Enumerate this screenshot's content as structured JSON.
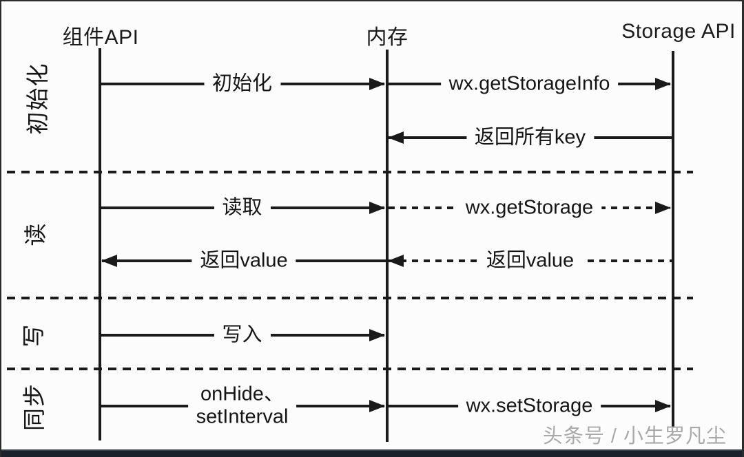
{
  "diagram": {
    "type": "sequence-diagram",
    "actors": [
      {
        "id": "component-api",
        "label": "组件API"
      },
      {
        "id": "memory",
        "label": "内存"
      },
      {
        "id": "storage-api",
        "label": "Storage API"
      }
    ],
    "phases": [
      {
        "id": "init",
        "label": "初始化"
      },
      {
        "id": "read",
        "label": "读"
      },
      {
        "id": "write",
        "label": "写"
      },
      {
        "id": "sync",
        "label": "同步"
      }
    ],
    "messages": [
      {
        "label": "初始化",
        "from": "组件API",
        "to": "内存",
        "line": "solid",
        "phase": "初始化"
      },
      {
        "label": "wx.getStorageInfo",
        "from": "内存",
        "to": "Storage API",
        "line": "solid",
        "phase": "初始化"
      },
      {
        "label": "返回所有key",
        "from": "Storage API",
        "to": "内存",
        "line": "solid",
        "phase": "初始化"
      },
      {
        "label": "读取",
        "from": "组件API",
        "to": "内存",
        "line": "solid",
        "phase": "读"
      },
      {
        "label": "wx.getStorage",
        "from": "内存",
        "to": "Storage API",
        "line": "dashed",
        "phase": "读"
      },
      {
        "label": "返回value",
        "from": "Storage API",
        "to": "内存",
        "line": "dashed",
        "phase": "读"
      },
      {
        "label": "返回value",
        "from": "内存",
        "to": "组件API",
        "line": "solid",
        "phase": "读"
      },
      {
        "label": "写入",
        "from": "组件API",
        "to": "内存",
        "line": "solid",
        "phase": "写"
      },
      {
        "label_lines": [
          "onHide、",
          "setInterval"
        ],
        "from": "组件API",
        "to": "内存",
        "line": "solid",
        "phase": "同步"
      },
      {
        "label": "wx.setStorage",
        "from": "内存",
        "to": "Storage API",
        "line": "solid",
        "phase": "同步"
      }
    ],
    "watermark": "头条号 / 小生罗凡尘",
    "colors": {
      "line": "#1a1a1a",
      "background": "#fcfcfc",
      "watermark": "#a9a9a9",
      "footer_bar": "#1b212a"
    }
  }
}
